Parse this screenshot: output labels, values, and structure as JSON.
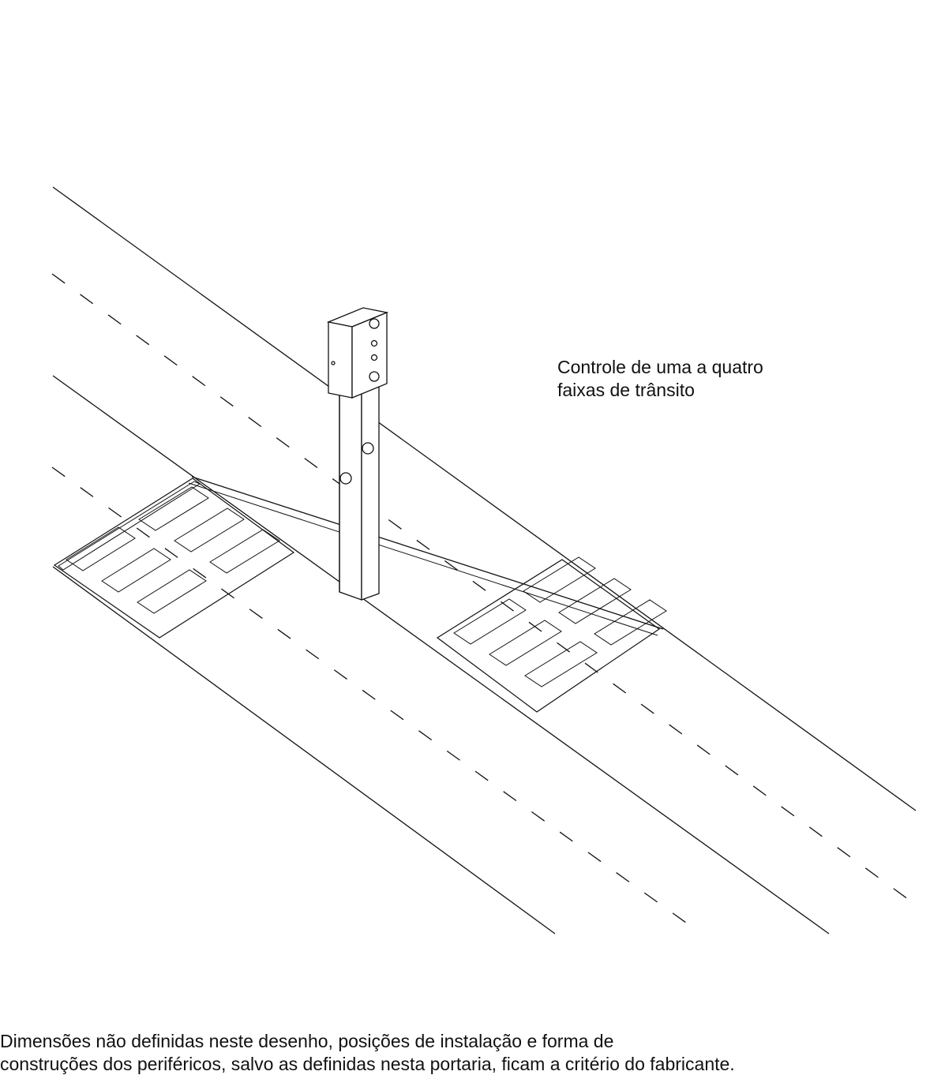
{
  "caption": {
    "line1": "Controle de uma a quatro",
    "line2": "faixas de trânsito"
  },
  "footer": {
    "line1": "Dimensões não definidas neste desenho, posições de instalação e forma de",
    "line2": "construções dos periféricos, salvo as definidas nesta portaria, ficam a critério do fabricante."
  }
}
